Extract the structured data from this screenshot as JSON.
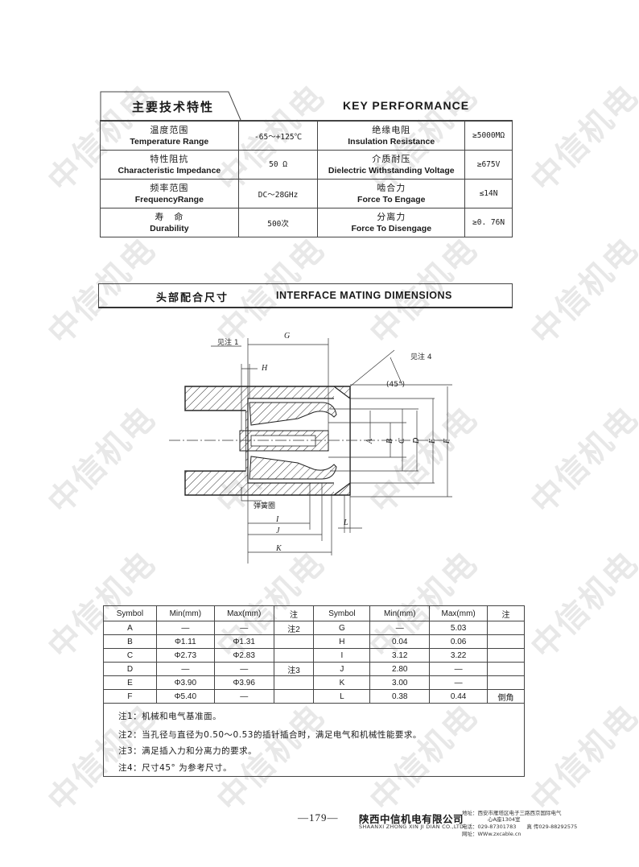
{
  "watermark": "中信机电",
  "key_performance": {
    "title_cn": "主要技术特性",
    "title_en": "KEY PERFORMANCE",
    "rows": [
      {
        "l_cn": "温度范围",
        "l_en": "Temperature Range",
        "l_val": "-65～+125℃",
        "r_cn": "绝缘电阻",
        "r_en": "Insulation Resistance",
        "r_val": "≥5000MΩ"
      },
      {
        "l_cn": "特性阻抗",
        "l_en": "Characteristic Impedance",
        "l_val": "50 Ω",
        "r_cn": "介质耐压",
        "r_en": "Dielectric Withstanding Voltage",
        "r_val": "≥675V"
      },
      {
        "l_cn": "频率范围",
        "l_en": "FrequencyRange",
        "l_val": "DC～28GHz",
        "r_cn": "啮合力",
        "r_en": "Force To Engage",
        "r_val": "≤14N"
      },
      {
        "l_cn": "寿　命",
        "l_en": "Durability",
        "l_val": "500次",
        "r_cn": "分离力",
        "r_en": "Force To Disengage",
        "r_val": "≥0. 76N"
      }
    ]
  },
  "interface": {
    "title_cn": "头部配合尺寸",
    "title_en": "INTERFACE MATING DIMENSIONS"
  },
  "drawing": {
    "note1": "见注 1",
    "note4": "见注 4",
    "angle": "(45°)",
    "spring": "弹簧圈",
    "labels": {
      "G": "G",
      "H": "H",
      "A": "A",
      "B": "B",
      "C": "C",
      "D": "D",
      "E": "E",
      "F": "F",
      "I": "I",
      "J": "J",
      "K": "K",
      "L": "L"
    }
  },
  "dims_table": {
    "headers": [
      "Symbol",
      "Min(mm)",
      "Max(mm)",
      "注",
      "Symbol",
      "Min(mm)",
      "Max(mm)",
      "注"
    ],
    "rows": [
      [
        "A",
        "—",
        "—",
        "注2",
        "G",
        "—",
        "5.03",
        ""
      ],
      [
        "B",
        "Φ1.11",
        "Φ1.31",
        "",
        "H",
        "0.04",
        "0.06",
        ""
      ],
      [
        "C",
        "Φ2.73",
        "Φ2.83",
        "",
        "I",
        "3.12",
        "3.22",
        ""
      ],
      [
        "D",
        "—",
        "—",
        "注3",
        "J",
        "2.80",
        "—",
        ""
      ],
      [
        "E",
        "Φ3.90",
        "Φ3.96",
        "",
        "K",
        "3.00",
        "—",
        ""
      ],
      [
        "F",
        "Φ5.40",
        "—",
        "",
        "L",
        "0.38",
        "0.44",
        "倒角"
      ]
    ]
  },
  "notes": [
    "注1：机械和电气基准面。",
    "注2：当孔径与直径为0.50～0.53的插针插合时，满足电气和机械性能要求。",
    "注3：满足插入力和分离力的要求。",
    "注4：尺寸45° 为参考尺寸。"
  ],
  "footer": {
    "page": "—179—",
    "company_cn": "陕西中信机电有限公司",
    "company_en": "SHAANXI ZHONG XIN JI DIAN CO.,LTD",
    "address": "地址：西安市雁塔区电子三路西京国际电气",
    "address2": "心A座1304室",
    "phone": "电话：029-87301783　　真 传029-88292575",
    "web": "网址：WWw.zxcable.cn"
  }
}
